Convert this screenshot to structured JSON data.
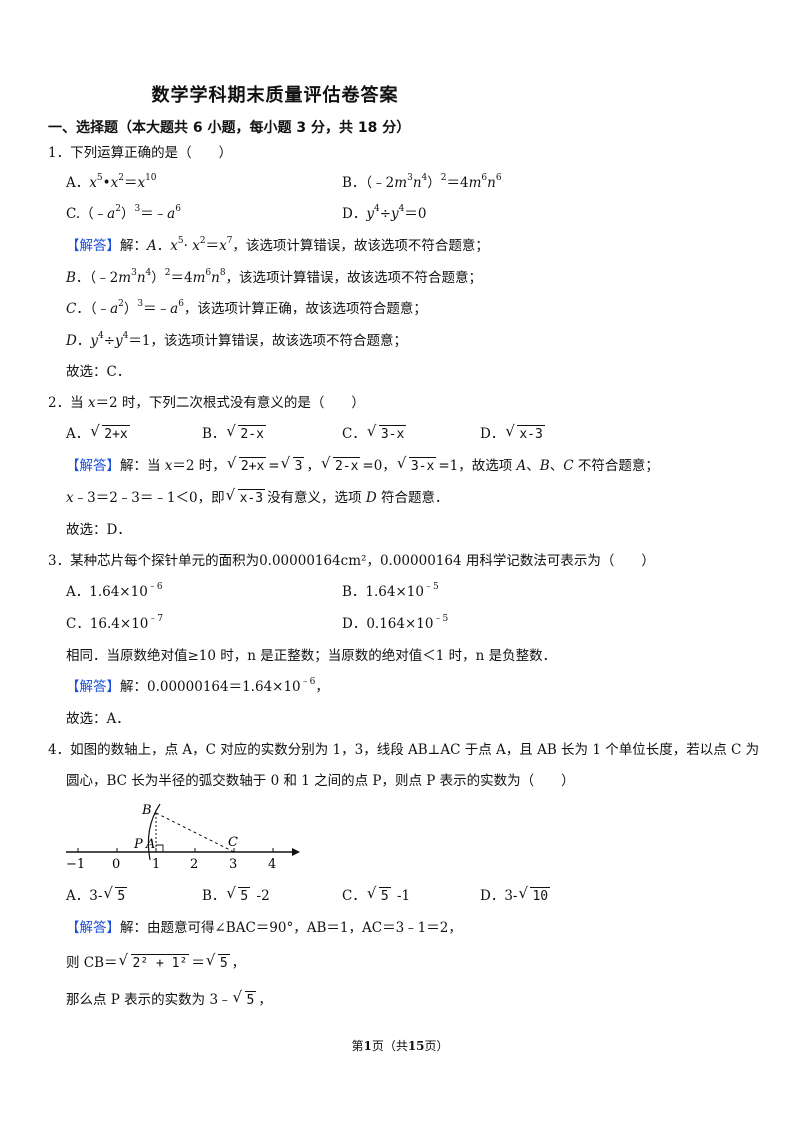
{
  "title": "数学学科期末质量评估卷答案",
  "section1": "一、选择题（本大题共 6 小题，每小题 3 分，共 18 分）",
  "tag": "【解答】",
  "q1": {
    "stem": "1．下列运算正确的是（　　）",
    "choose": "故选：C．"
  },
  "q2": {
    "stem_a": "2．当 ",
    "stem_b": " 时，下列二次根式没有意义的是（　　）",
    "opt_a_label": "A．",
    "opt_a_rad": "2+x",
    "opt_b_label": "B．",
    "opt_b_rad": "2-x",
    "opt_c_label": "C．",
    "opt_c_rad": "3-x",
    "opt_d_label": "D．",
    "opt_d_rad": "x-3",
    "choose": "故选：D．"
  },
  "q3": {
    "stem": "3．某种芯片每个探针单元的面积为0.00000164cm²，0.00000164 用科学记数法可表示为（　　）",
    "note": "相同．当原数绝对值≥10 时，n 是正整数；当原数的绝对值＜1 时，n 是负整数．",
    "choose": "故选：A．"
  },
  "q4": {
    "stem1": "4．如图的数轴上，点 A，C 对应的实数分别为 1，3，线段 AB⊥AC 于点 A，且 AB 长为 1 个单位长度，若以点 C 为",
    "stem2": "圆心，BC 长为半径的弧交数轴于 0 和 1 之间的点 P，则点 P 表示的实数为（　　）",
    "opt_a_label": "A．",
    "opt_a_pre": "3-",
    "opt_a_rad": "5",
    "opt_b_label": "B．",
    "opt_b_rad": "5",
    "opt_b_post": " -2",
    "opt_c_label": "C．",
    "opt_c_rad": "5",
    "opt_c_post": " -1",
    "opt_d_label": "D．",
    "opt_d_pre": "3-",
    "opt_d_rad": "10",
    "sol1": "解：由题意可得∠BAC＝90°，AB＝1，AC＝3﹣1＝2，",
    "sol2_pre": "则 CB＝",
    "sol2_rad": "2² + 1²",
    "sol2_eq": "＝",
    "sol2_rad2": "5",
    "sol2_post": "，",
    "sol3_pre": "那么点 P 表示的实数为 3﹣",
    "sol3_rad": "5",
    "sol3_post": "，"
  },
  "figure": {
    "labels": [
      "B",
      "P",
      "A",
      "C"
    ],
    "ticks": [
      "−1",
      "0",
      "1",
      "2",
      "3",
      "4"
    ]
  },
  "footer": {
    "pre": "第",
    "page": "1",
    "mid": "页（共",
    "total": "15",
    "post": "页）"
  }
}
